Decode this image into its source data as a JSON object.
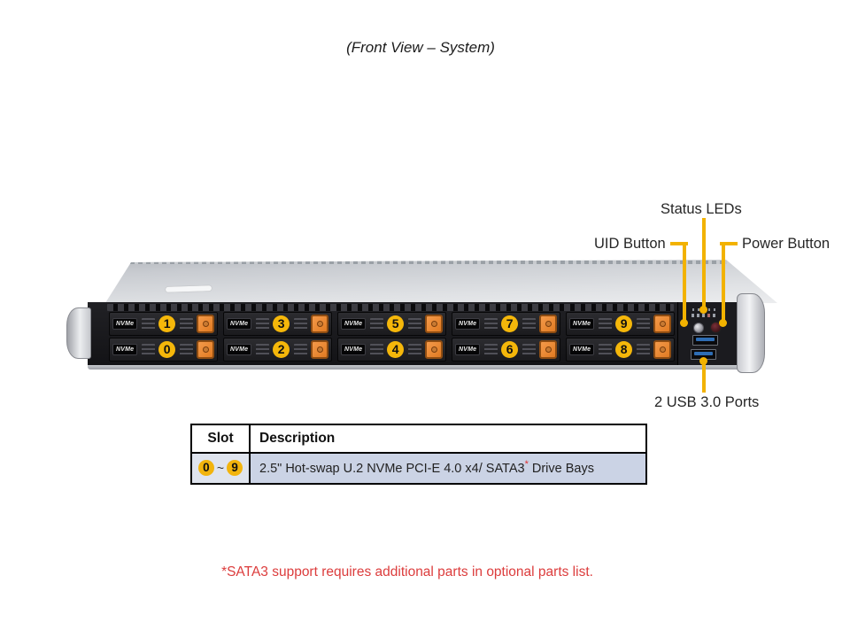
{
  "title": "(Front View – System)",
  "callouts": {
    "status_leds": "Status LEDs",
    "uid_button": "UID Button",
    "power_button": "Power Button",
    "usb_ports": "2 USB 3.0 Ports"
  },
  "chassis": {
    "drive_label": "NVMe",
    "top_row_numbers": [
      "1",
      "3",
      "5",
      "7",
      "9"
    ],
    "bottom_row_numbers": [
      "0",
      "2",
      "4",
      "6",
      "8"
    ]
  },
  "table": {
    "headers": [
      "Slot",
      "Description"
    ],
    "row": {
      "slot_start": "0",
      "slot_separator": "~",
      "slot_end": "9",
      "description_main": "2.5\" Hot-swap U.2 NVMe PCI-E 4.0 x4/ SATA3",
      "description_asterisk": "*",
      "description_suffix": " Drive Bays"
    }
  },
  "footnote": "*SATA3 support requires additional parts in optional parts list.",
  "colors": {
    "callout_gold": "#F2B200",
    "bay_number_yellow": "#F5B70A",
    "latch_orange": "#ED8733",
    "table_row_bg": "#CBD3E5",
    "footnote_red": "#DC3C3C",
    "usb_blue": "#2E6DB4"
  }
}
